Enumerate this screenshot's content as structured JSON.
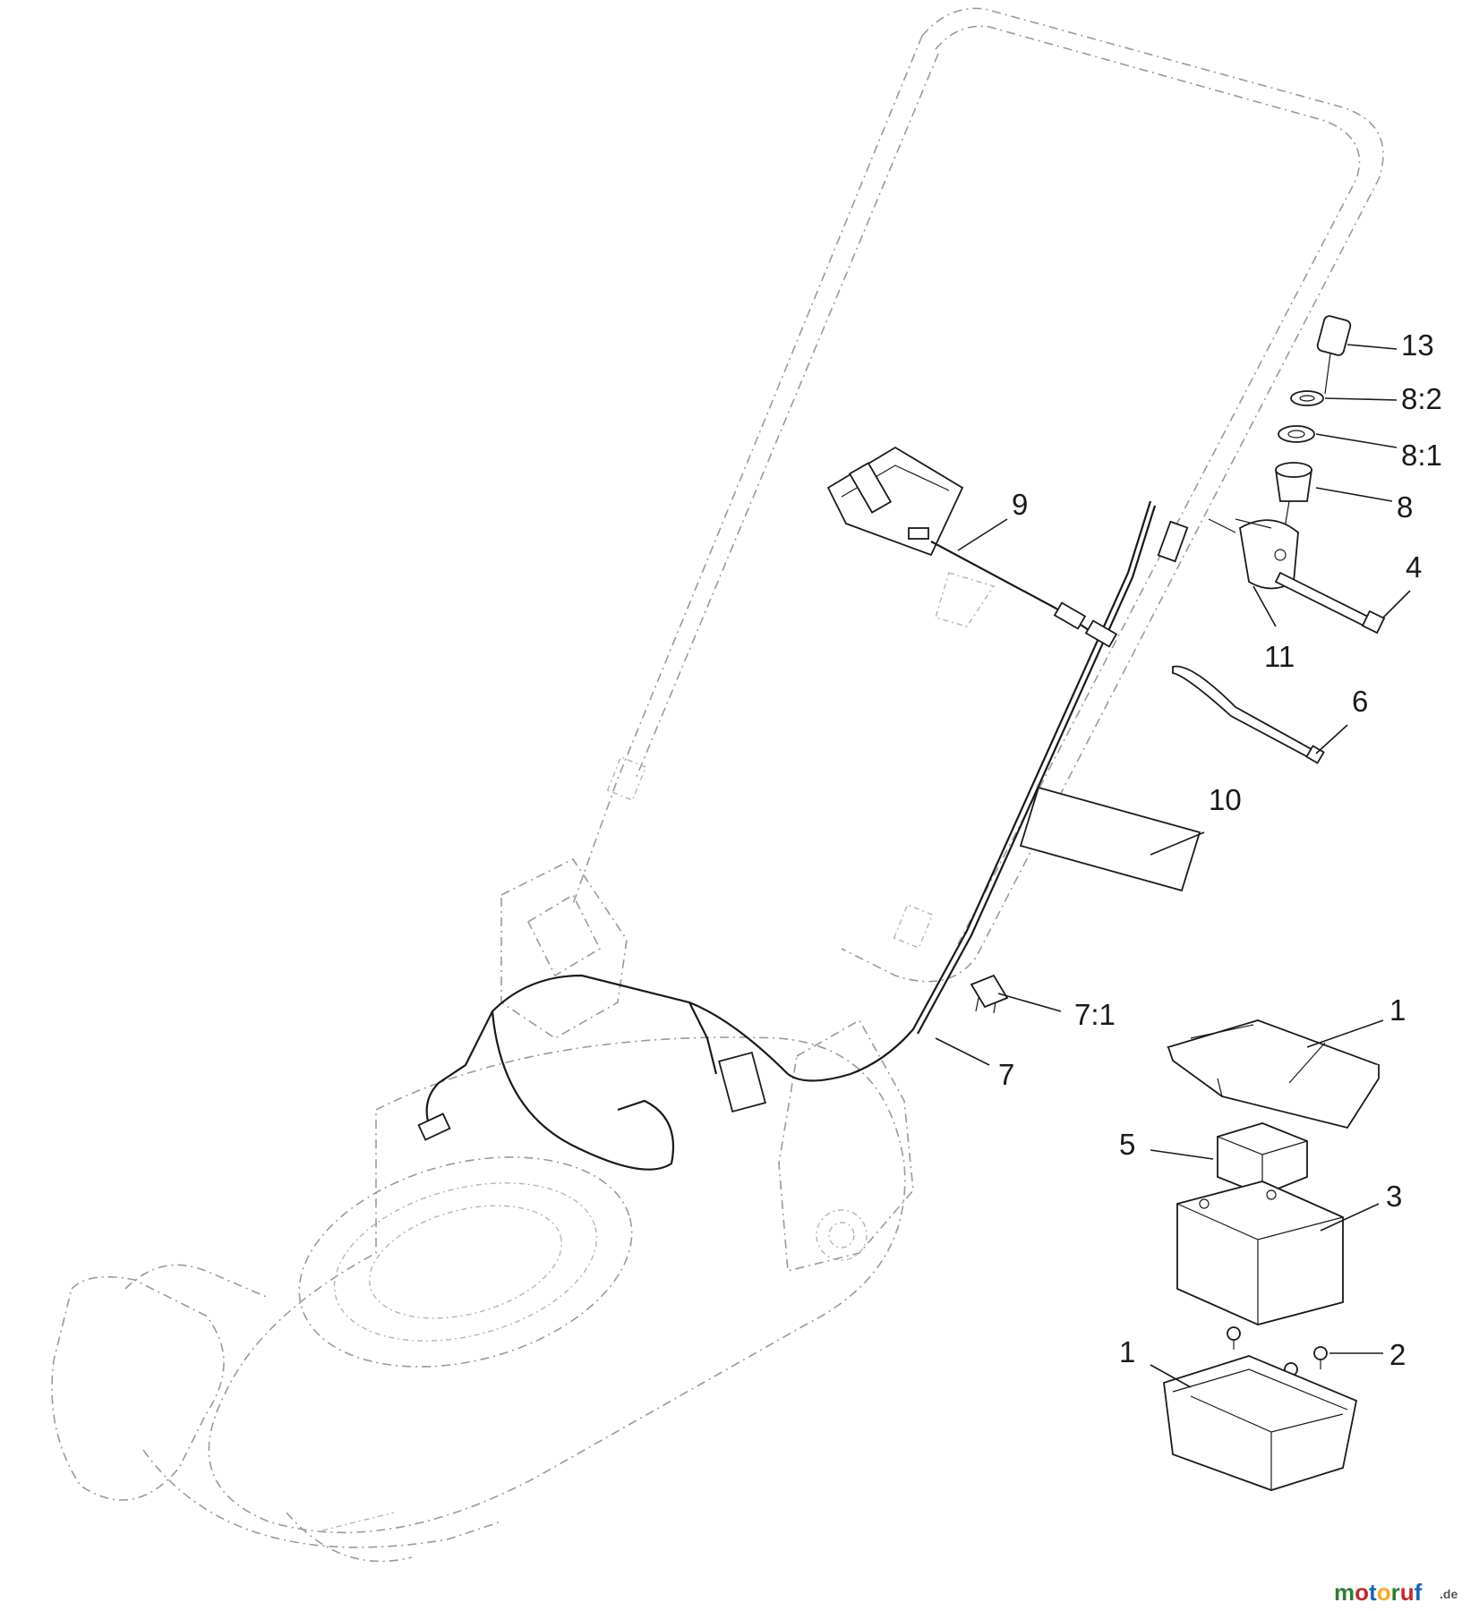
{
  "callouts": [
    {
      "id": "13",
      "label": "13"
    },
    {
      "id": "8-2",
      "label": "8:2"
    },
    {
      "id": "8-1",
      "label": "8:1"
    },
    {
      "id": "8",
      "label": "8"
    },
    {
      "id": "9",
      "label": "9"
    },
    {
      "id": "4",
      "label": "4"
    },
    {
      "id": "11",
      "label": "11"
    },
    {
      "id": "6",
      "label": "6"
    },
    {
      "id": "10",
      "label": "10"
    },
    {
      "id": "7-1",
      "label": "7:1"
    },
    {
      "id": "7",
      "label": "7"
    },
    {
      "id": "1-top",
      "label": "1"
    },
    {
      "id": "5",
      "label": "5"
    },
    {
      "id": "3",
      "label": "3"
    },
    {
      "id": "2",
      "label": "2"
    },
    {
      "id": "1-bottom",
      "label": "1"
    }
  ],
  "watermark": {
    "letters": [
      "m",
      "o",
      "t",
      "o",
      "r",
      "u",
      "f"
    ],
    "suffix": ".de",
    "colors": [
      "#2e7d32",
      "#c62828",
      "#1565c0",
      "#f9a825",
      "#2e7d32",
      "#c62828",
      "#1565c0"
    ]
  }
}
